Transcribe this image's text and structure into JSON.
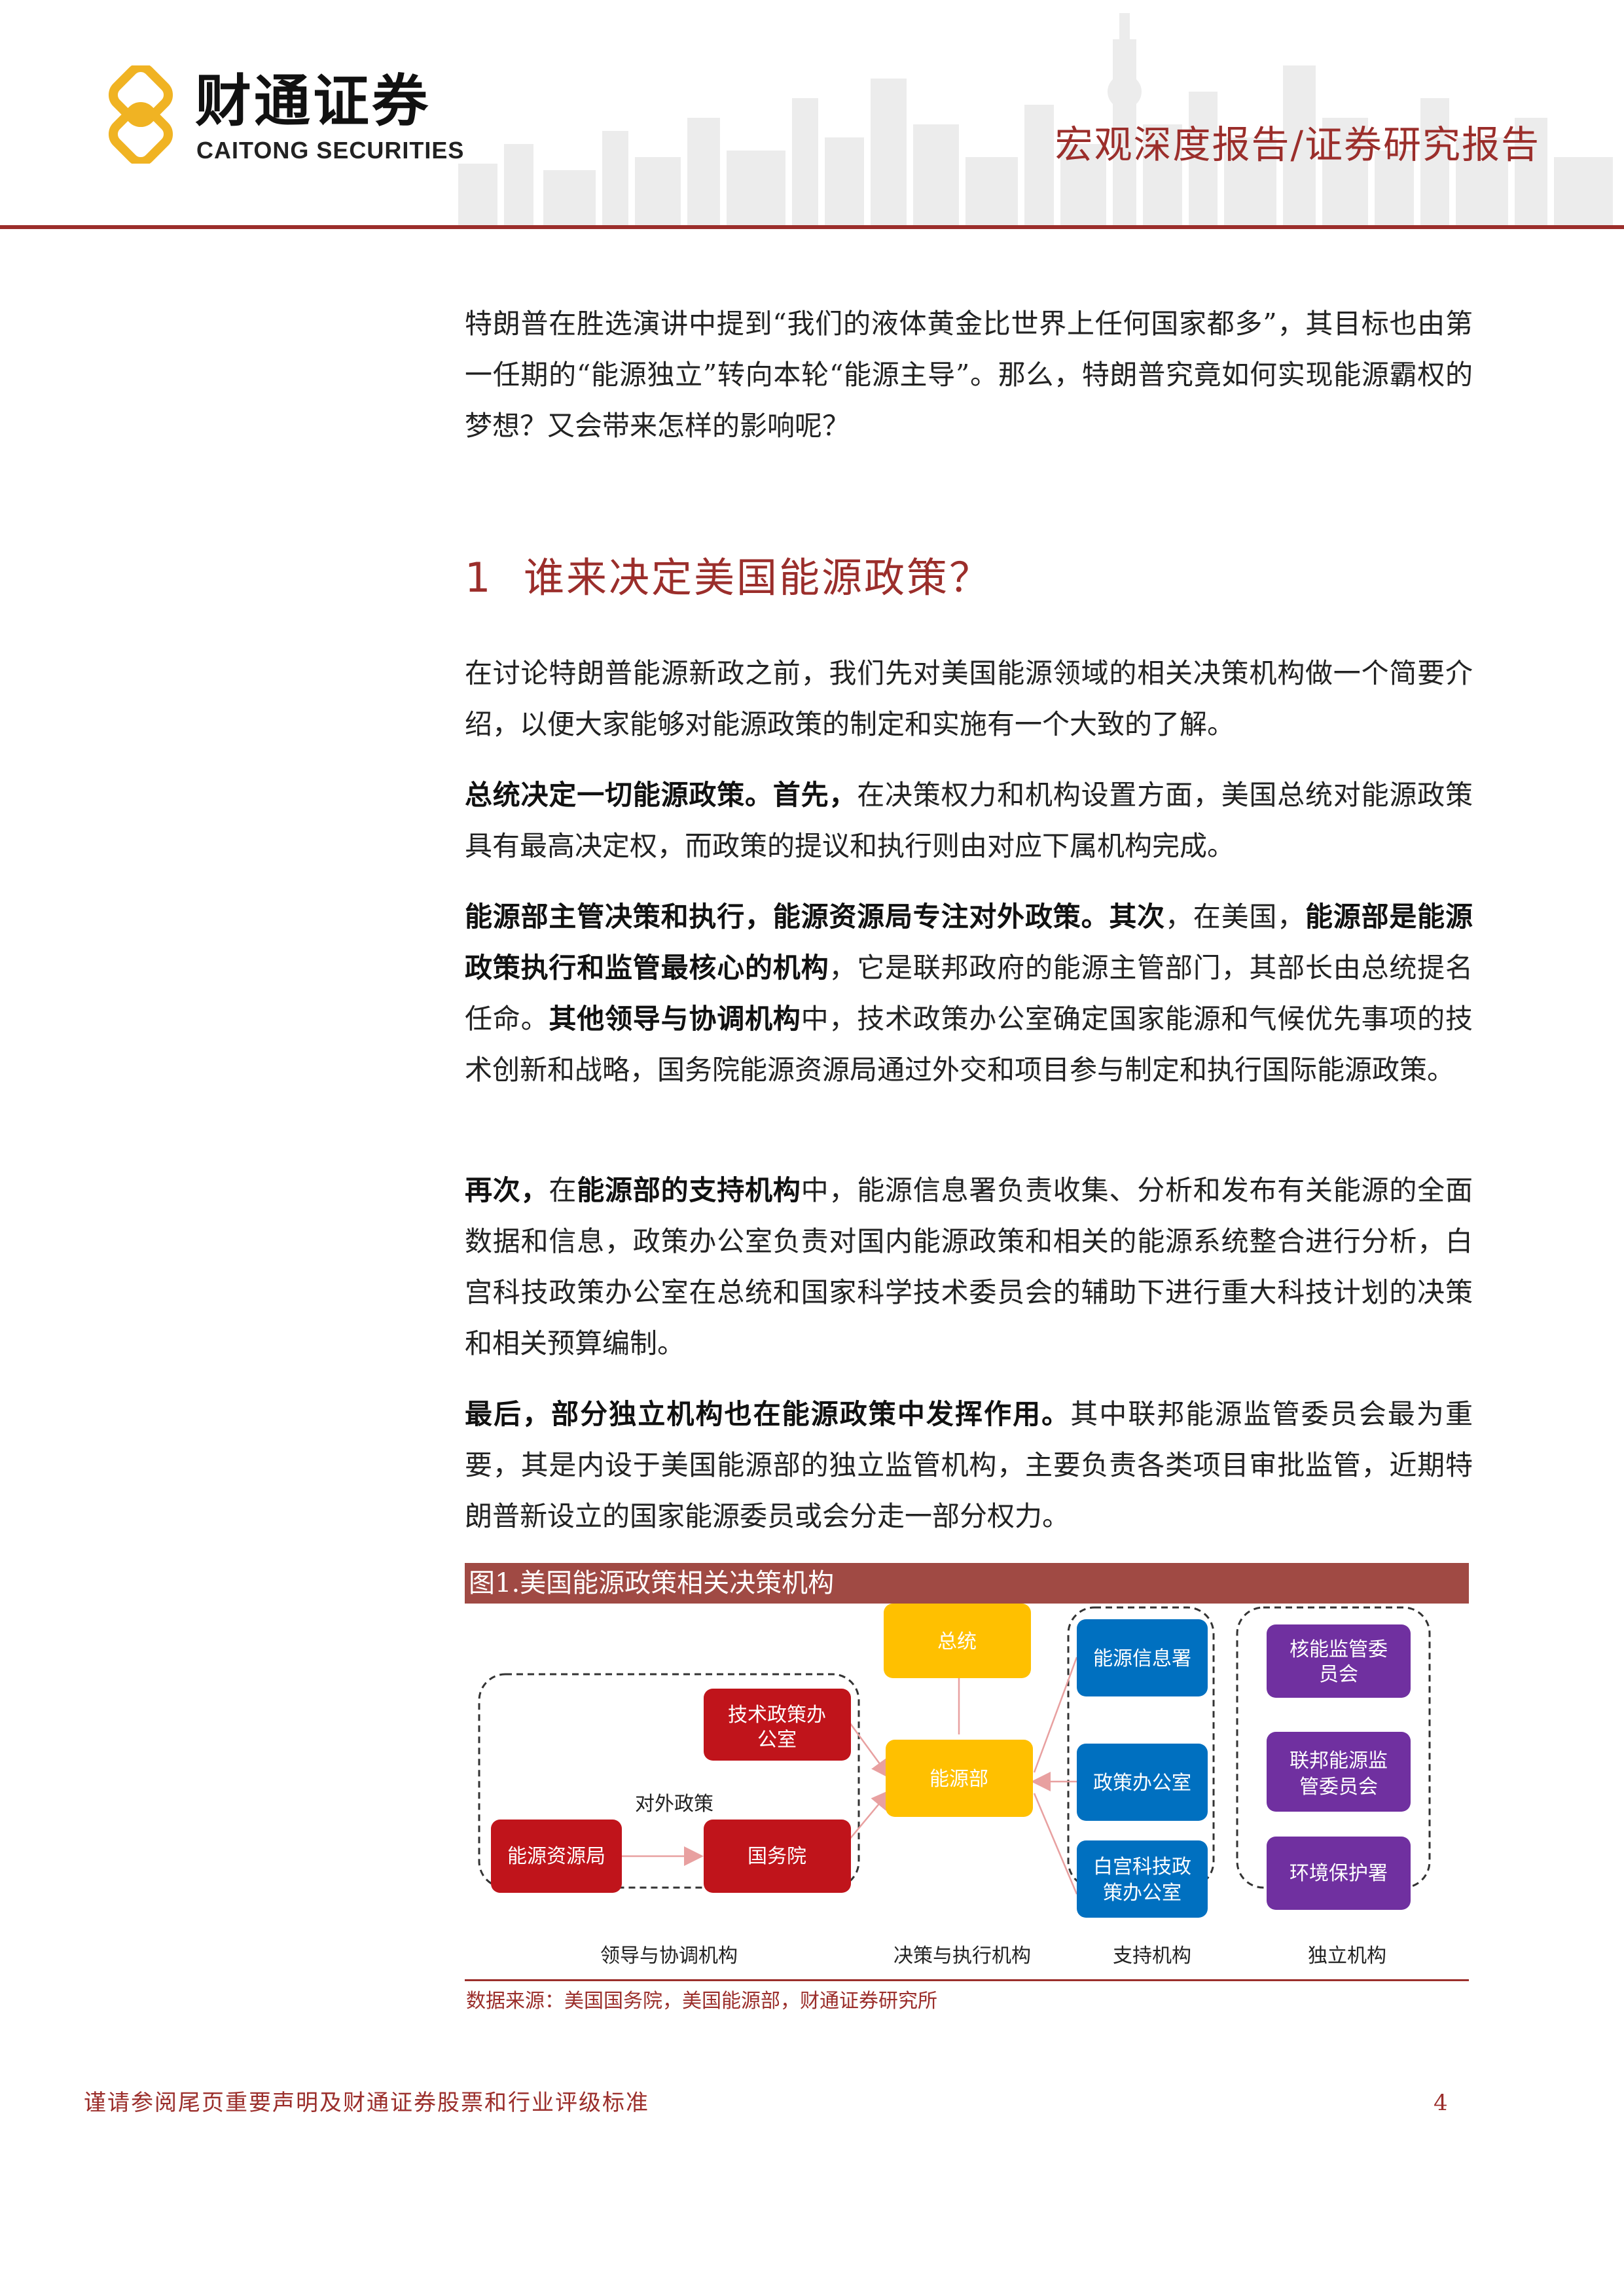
{
  "header": {
    "logo_cn": "财通证券",
    "logo_en": "CAITONG SECURITIES",
    "report_type": "宏观深度报告/证券研究报告",
    "accent_color": "#9b2e2b"
  },
  "intro_paragraph": "特朗普在胜选演讲中提到“我们的液体黄金比世界上任何国家都多”，其目标也由第一任期的“能源独立”转向本轮“能源主导”。那么，特朗普究竟如何实现能源霸权的梦想？又会带来怎样的影响呢？",
  "section": {
    "number": "1",
    "title": "谁来决定美国能源政策？"
  },
  "paragraphs": {
    "p1": "在讨论特朗普能源新政之前，我们先对美国能源领域的相关决策机构做一个简要介绍，以便大家能够对能源政策的制定和实施有一个大致的了解。",
    "p2_bold": "总统决定一切能源政策。首先，",
    "p2_rest": "在决策权力和机构设置方面，美国总统对能源政策具有最高决定权，而政策的提议和执行则由对应下属机构完成。",
    "p3_bold1": "能源部主管决策和执行，能源资源局专注对外政策。其次",
    "p3_t1": "，在美国，",
    "p3_bold2": "能源部是能源政策执行和监管最核心的机构",
    "p3_t2": "，它是联邦政府的能源主管部门，其部长由总统提名任命。",
    "p3_bold3": "其他领导与协调机构",
    "p3_t3": "中，技术政策办公室确定国家能源和气候优先事项的技术创新和战略，国务院能源资源局通过外交和项目参与制定和执行国际能源政策。",
    "p4_bold1": "再次，",
    "p4_t1": "在",
    "p4_bold2": "能源部的支持机构",
    "p4_t2": "中，能源信息署负责收集、分析和发布有关能源的全面数据和信息，政策办公室负责对国内能源政策和相关的能源系统整合进行分析，白宫科技政策办公室在总统和国家科学技术委员会的辅助下进行重大科技计划的决策和相关预算编制。",
    "p5_bold": "最后，部分独立机构也在能源政策中发挥作用。",
    "p5_rest": "其中联邦能源监管委员会最为重要，其是内设于美国能源部的独立监管机构，主要负责各类项目审批监管，近期特朗普新设立的国家能源委员或会分走一部分权力。"
  },
  "figure": {
    "title": "图1.美国能源政策相关决策机构",
    "source": "数据来源：美国国务院，美国能源部，财通证券研究所",
    "nodes": {
      "tech_office": "技术政策办公室",
      "energy_resources": "能源资源局",
      "state_dept": "国务院",
      "president": "总统",
      "doe": "能源部",
      "eia": "能源信息署",
      "policy_office": "政策办公室",
      "ostp": "白宫科技政策办公室",
      "nrc": "核能监管委员会",
      "ferc": "联邦能源监管委员会",
      "epa": "环境保护署"
    },
    "edge_label": "对外政策",
    "group_labels": {
      "leadership": "领导与协调机构",
      "decision": "决策与执行机构",
      "support": "支持机构",
      "independent": "独立机构"
    },
    "colors": {
      "red": "#c0141b",
      "yellow": "#ffc000",
      "blue": "#0070c0",
      "purple": "#7030a0"
    }
  },
  "footer": {
    "disclaimer": "谨请参阅尾页重要声明及财通证券股票和行业评级标准",
    "page_number": "4"
  }
}
